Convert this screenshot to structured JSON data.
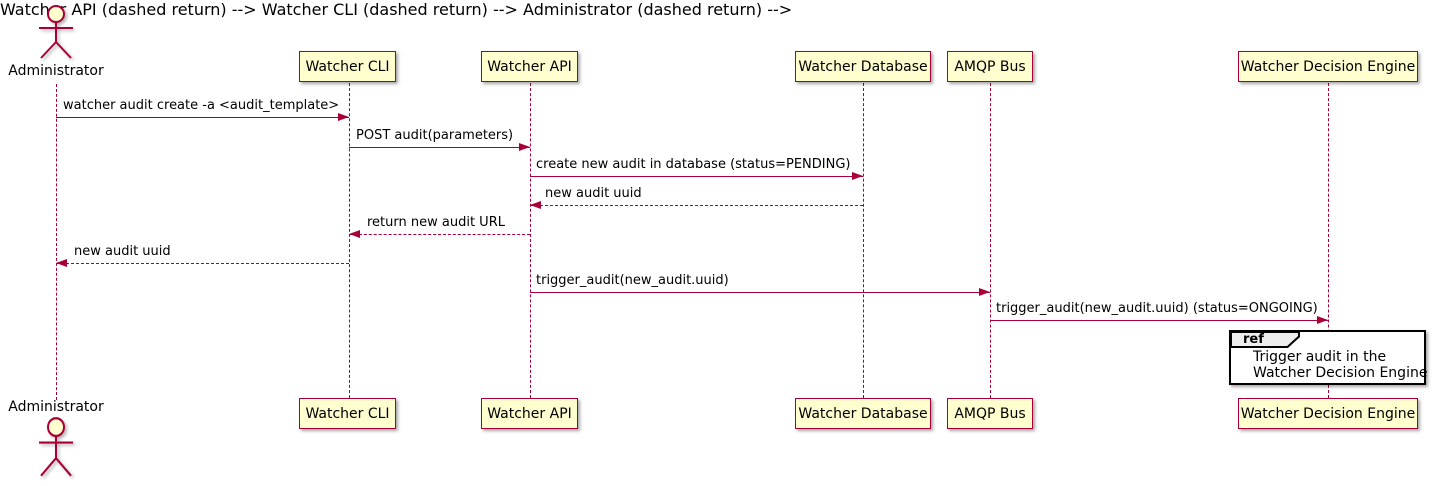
{
  "diagram": {
    "kind": "uml-sequence-diagram",
    "colors": {
      "participant_fill": "#FEFECE",
      "participant_border": "#A80036",
      "arrow": "#A80036",
      "lifeline": "#A80036",
      "ref_border": "#000000",
      "ref_header_fill": "#EEEEEE",
      "text": "#000000",
      "background": "#FFFFFF"
    },
    "actor": {
      "name": "Administrator"
    },
    "participants": [
      {
        "name": "Watcher CLI"
      },
      {
        "name": "Watcher API"
      },
      {
        "name": "Watcher Database"
      },
      {
        "name": "AMQP Bus"
      },
      {
        "name": "Watcher Decision Engine"
      }
    ],
    "messages": [
      {
        "from": "Administrator",
        "to": "Watcher CLI",
        "style": "solid",
        "label": "watcher audit create -a <audit_template>"
      },
      {
        "from": "Watcher CLI",
        "to": "Watcher API",
        "style": "solid",
        "label": "POST audit(parameters)"
      },
      {
        "from": "Watcher API",
        "to": "Watcher Database",
        "style": "solid",
        "label": "create new audit in database (status=PENDING)"
      },
      {
        "from": "Watcher Database",
        "to": "Watcher API",
        "style": "dashed",
        "label": "new audit uuid"
      },
      {
        "from": "Watcher API",
        "to": "Watcher CLI",
        "style": "dashed",
        "label": "return new audit URL"
      },
      {
        "from": "Watcher CLI",
        "to": "Administrator",
        "style": "dashed",
        "label": "new audit uuid"
      },
      {
        "from": "Watcher API",
        "to": "AMQP Bus",
        "style": "solid",
        "label": "trigger_audit(new_audit.uuid)"
      },
      {
        "from": "AMQP Bus",
        "to": "Watcher Decision Engine",
        "style": "solid",
        "label": "trigger_audit(new_audit.uuid) (status=ONGOING)"
      }
    ],
    "ref": {
      "keyword": "ref",
      "line1": "Trigger audit in the",
      "line2": "Watcher Decision Engine"
    }
  }
}
